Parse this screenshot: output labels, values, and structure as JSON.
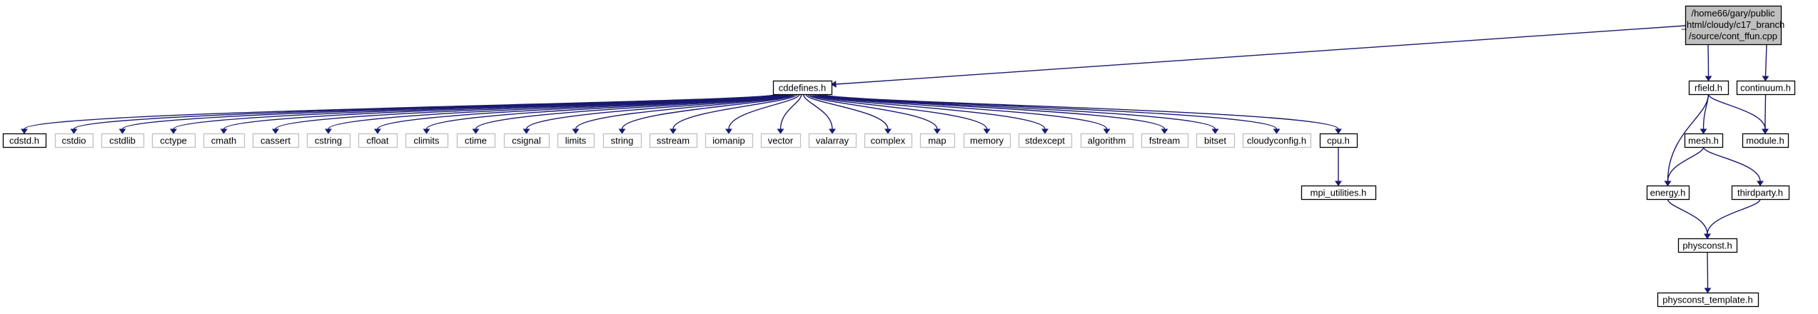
{
  "colors": {
    "root_fill": "#bfbfbf",
    "node_fill": "#ffffff",
    "node_border": "#000000",
    "system_border": "#bfbfbf",
    "edge": "#191970"
  },
  "diagram": {
    "root": {
      "id": "root",
      "lines": [
        "/home66/gary/public",
        "_html/cloudy/c17_branch",
        "/source/cont_ffun.cpp"
      ]
    },
    "nodes": [
      {
        "id": "cddefines",
        "label": "cddefines.h",
        "system": false
      },
      {
        "id": "cdstd",
        "label": "cdstd.h",
        "system": false
      },
      {
        "id": "cstdio",
        "label": "cstdio",
        "system": true
      },
      {
        "id": "cstdlib",
        "label": "cstdlib",
        "system": true
      },
      {
        "id": "cctype",
        "label": "cctype",
        "system": true
      },
      {
        "id": "cmath",
        "label": "cmath",
        "system": true
      },
      {
        "id": "cassert",
        "label": "cassert",
        "system": true
      },
      {
        "id": "cstring",
        "label": "cstring",
        "system": true
      },
      {
        "id": "cfloat",
        "label": "cfloat",
        "system": true
      },
      {
        "id": "climits",
        "label": "climits",
        "system": true
      },
      {
        "id": "ctime",
        "label": "ctime",
        "system": true
      },
      {
        "id": "csignal",
        "label": "csignal",
        "system": true
      },
      {
        "id": "limits",
        "label": "limits",
        "system": true
      },
      {
        "id": "string",
        "label": "string",
        "system": true
      },
      {
        "id": "sstream",
        "label": "sstream",
        "system": true
      },
      {
        "id": "iomanip",
        "label": "iomanip",
        "system": true
      },
      {
        "id": "vector",
        "label": "vector",
        "system": true
      },
      {
        "id": "valarray",
        "label": "valarray",
        "system": true
      },
      {
        "id": "complex",
        "label": "complex",
        "system": true
      },
      {
        "id": "map",
        "label": "map",
        "system": true
      },
      {
        "id": "memory",
        "label": "memory",
        "system": true
      },
      {
        "id": "stdexcept",
        "label": "stdexcept",
        "system": true
      },
      {
        "id": "algorithm",
        "label": "algorithm",
        "system": true
      },
      {
        "id": "fstream",
        "label": "fstream",
        "system": true
      },
      {
        "id": "bitset",
        "label": "bitset",
        "system": true
      },
      {
        "id": "cloudyconfig",
        "label": "cloudyconfig.h",
        "system": true
      },
      {
        "id": "cpu",
        "label": "cpu.h",
        "system": false
      },
      {
        "id": "mpi_utilities",
        "label": "mpi_utilities.h",
        "system": false
      },
      {
        "id": "rfield",
        "label": "rfield.h",
        "system": false
      },
      {
        "id": "continuum",
        "label": "continuum.h",
        "system": false
      },
      {
        "id": "module",
        "label": "module.h",
        "system": false
      },
      {
        "id": "mesh",
        "label": "mesh.h",
        "system": false
      },
      {
        "id": "energy",
        "label": "energy.h",
        "system": false
      },
      {
        "id": "thirdparty",
        "label": "thirdparty.h",
        "system": false
      },
      {
        "id": "physconst",
        "label": "physconst.h",
        "system": false
      },
      {
        "id": "physconst_template",
        "label": "physconst_template.h",
        "system": false
      }
    ],
    "edges": [
      [
        "root",
        "cddefines"
      ],
      [
        "root",
        "rfield"
      ],
      [
        "root",
        "continuum"
      ],
      [
        "cddefines",
        "cdstd"
      ],
      [
        "cddefines",
        "cstdio"
      ],
      [
        "cddefines",
        "cstdlib"
      ],
      [
        "cddefines",
        "cctype"
      ],
      [
        "cddefines",
        "cmath"
      ],
      [
        "cddefines",
        "cassert"
      ],
      [
        "cddefines",
        "cstring"
      ],
      [
        "cddefines",
        "cfloat"
      ],
      [
        "cddefines",
        "climits"
      ],
      [
        "cddefines",
        "ctime"
      ],
      [
        "cddefines",
        "csignal"
      ],
      [
        "cddefines",
        "limits"
      ],
      [
        "cddefines",
        "string"
      ],
      [
        "cddefines",
        "sstream"
      ],
      [
        "cddefines",
        "iomanip"
      ],
      [
        "cddefines",
        "vector"
      ],
      [
        "cddefines",
        "valarray"
      ],
      [
        "cddefines",
        "complex"
      ],
      [
        "cddefines",
        "map"
      ],
      [
        "cddefines",
        "memory"
      ],
      [
        "cddefines",
        "stdexcept"
      ],
      [
        "cddefines",
        "algorithm"
      ],
      [
        "cddefines",
        "fstream"
      ],
      [
        "cddefines",
        "bitset"
      ],
      [
        "cddefines",
        "cloudyconfig"
      ],
      [
        "cddefines",
        "cpu"
      ],
      [
        "cpu",
        "mpi_utilities"
      ],
      [
        "rfield",
        "mesh"
      ],
      [
        "rfield",
        "energy"
      ],
      [
        "rfield",
        "module"
      ],
      [
        "continuum",
        "module"
      ],
      [
        "mesh",
        "energy"
      ],
      [
        "mesh",
        "thirdparty"
      ],
      [
        "energy",
        "physconst"
      ],
      [
        "thirdparty",
        "physconst"
      ],
      [
        "physconst",
        "physconst_template"
      ]
    ]
  }
}
